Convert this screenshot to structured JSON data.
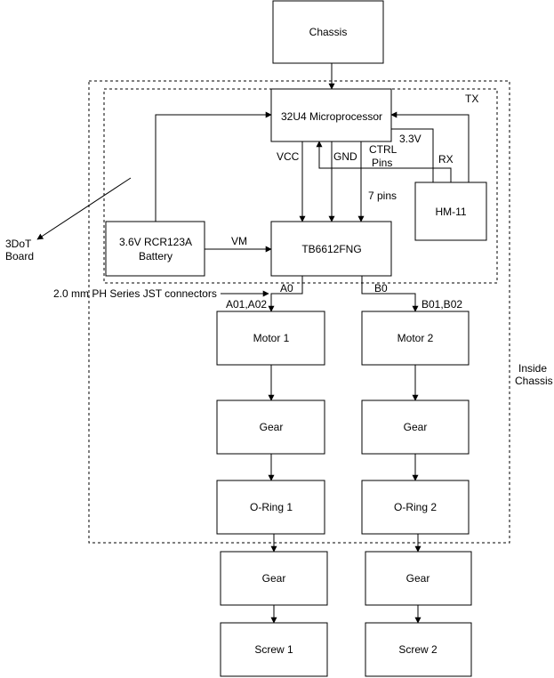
{
  "nodes": {
    "chassis": "Chassis",
    "micro": "32U4 Microprocessor",
    "battery_line1": "3.6V RCR123A",
    "battery_line2": "Battery",
    "driver": "TB6612FNG",
    "bluetooth": "HM-11",
    "motor1": "Motor 1",
    "motor2": "Motor 2",
    "gear1_inner": "Gear",
    "gear2_inner": "Gear",
    "oring1": "O-Ring 1",
    "oring2": "O-Ring 2",
    "gear1_outer": "Gear",
    "gear2_outer": "Gear",
    "screw1": "Screw 1",
    "screw2": "Screw 2"
  },
  "labels": {
    "tx": "TX",
    "vcc": "VCC",
    "gnd": "GND",
    "ctrl_line1": "CTRL",
    "ctrl_line2": "Pins",
    "v33": "3.3V",
    "rx": "RX",
    "seven_pins": "7 pins",
    "vm": "VM",
    "board_line1": "3DoT",
    "board_line2": "Board",
    "jst": "2.0 mm PH Series JST connectors",
    "a0": "A0",
    "b0": "B0",
    "a01a02": "A01,A02",
    "b01b02": "B01,B02",
    "inside_line1": "Inside",
    "inside_line2": "Chassis"
  }
}
